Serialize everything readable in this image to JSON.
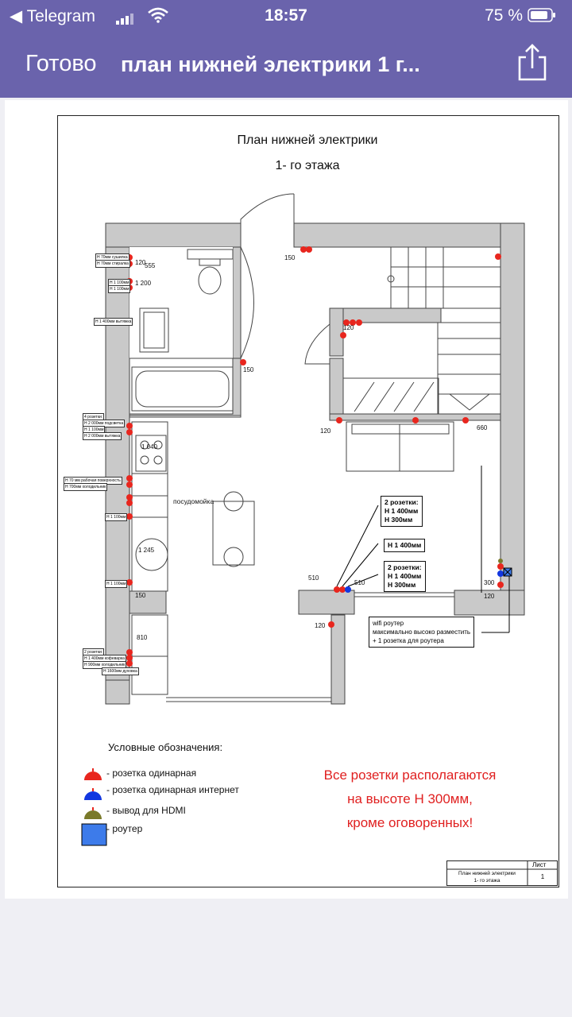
{
  "status_bar": {
    "back": "◀ Telegram",
    "time": "18:57",
    "battery": "75 %"
  },
  "nav": {
    "done": "Готово",
    "title": "план нижней электрики 1 г..."
  },
  "plan": {
    "title_line1": "План нижней электрики",
    "title_line2": "1- го этажа",
    "note1": [
      "2 розетки:",
      "Н 1 400мм",
      "Н 300мм"
    ],
    "note2": "Н 1 400мм",
    "note3": [
      "2 розетки:",
      "Н 1 400мм",
      "Н 300мм"
    ],
    "wifi": [
      "wifi роутер",
      "максимально высоко разместить",
      "+ 1 розетка для роутера"
    ],
    "dishwasher": "посудомойка",
    "dims": [
      "150",
      "120",
      "555",
      "1 200",
      "150",
      "120",
      "120",
      "660",
      "510",
      "510",
      "300",
      "120",
      "120",
      "1 245",
      "1 040",
      "150",
      "810"
    ],
    "left_labels": [
      "Н 70мм сушилка",
      "Н 70мм стиралка",
      "Н 1 100мм",
      "Н 1 100мм",
      "Н 1 400мм вытяжка",
      "4 розетки:",
      "Н 2 000мм подсветка",
      "Н 1 100мм",
      "Н 2 000мм вытяжка",
      "Н 70 мм рабочая поверхность",
      "Н 700мм холодильник",
      "Н 1 100мм",
      "Н 1 100мм",
      "2 розетки:",
      "Н 1 400мм кофеварка",
      "Н 900мм холодильник",
      "Н 1600мм духовка"
    ]
  },
  "legend": {
    "title": "Условные обозначения:",
    "items": [
      "- розетка одинарная",
      "- розетка одинарная интернет",
      "- вывод для HDMI",
      "- роутер"
    ],
    "colors": [
      "#e8261e",
      "#1237e0",
      "#7a7a2a",
      "#3d7bea"
    ]
  },
  "warning": [
    "Все розетки располагаются",
    "на высоте Н 300мм,",
    "кроме оговоренных!"
  ],
  "stamp": {
    "sheet_label": "Лист",
    "title1": "План нижней электрики",
    "title2": "1- го этажа",
    "sheet": "1"
  }
}
